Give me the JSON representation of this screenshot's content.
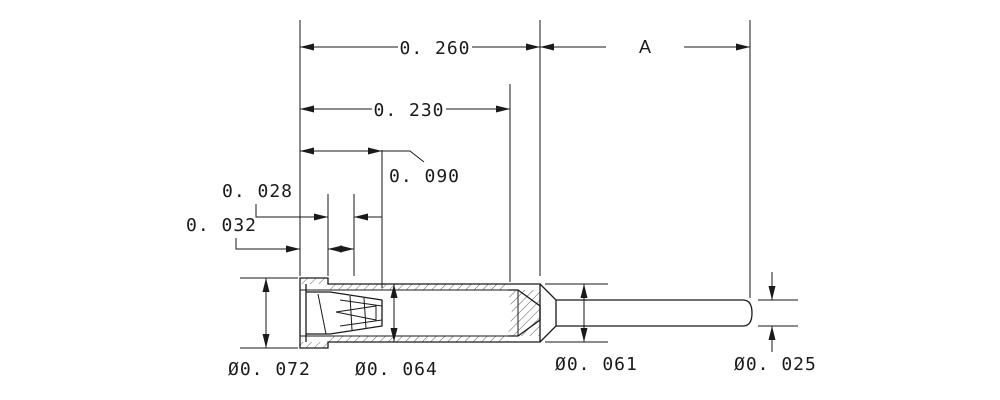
{
  "dimensions": {
    "overall_length": "0. 260",
    "length_a": "A",
    "bore_depth": "0. 230",
    "slot_length": "0. 090",
    "dim_028": "0. 028",
    "dim_032": "0. 032"
  },
  "diameters": {
    "outer_body": "Ø0. 072",
    "bore": "Ø0. 064",
    "flange": "Ø0. 061",
    "pin": "Ø0. 025"
  },
  "colors": {
    "ink": "#1a1a1a",
    "paper": "#ffffff"
  }
}
